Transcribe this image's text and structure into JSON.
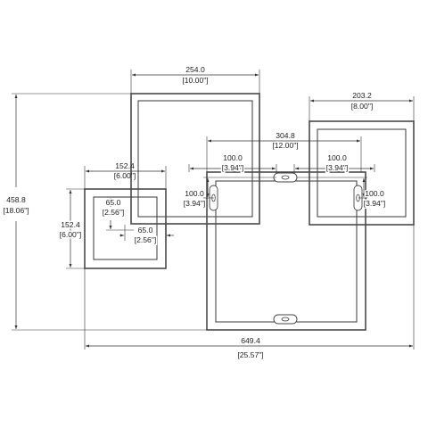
{
  "dimensions": {
    "overall_height": {
      "mm": "458.8",
      "in": "[18.06\"]"
    },
    "overall_width": {
      "mm": "649.4",
      "in": "[25.57\"]"
    },
    "top_frame_width": {
      "mm": "254.0",
      "in": "[10.00\"]"
    },
    "right_frame_width": {
      "mm": "203.2",
      "in": "[8.00\"]"
    },
    "left_frame_width": {
      "mm": "152.4",
      "in": "[6.00\"]"
    },
    "left_frame_height": {
      "mm": "152.4",
      "in": "[6.00\"]"
    },
    "inner_opening_v": {
      "mm": "65.0",
      "in": "[2.56\"]"
    },
    "inner_opening_h": {
      "mm": "65.0",
      "in": "[2.56\"]"
    },
    "hanger_span": {
      "mm": "304.8",
      "in": "[12.00\"]"
    },
    "left_hanger_width": {
      "mm": "100.0",
      "in": "[3.94\"]"
    },
    "right_hanger_width": {
      "mm": "100.0",
      "in": "[3.94\"]"
    },
    "left_hanger_height": {
      "mm": "100.0",
      "in": "[3.94\"]"
    },
    "right_hanger_height": {
      "mm": "100.0",
      "in": "[3.94\"]"
    }
  }
}
